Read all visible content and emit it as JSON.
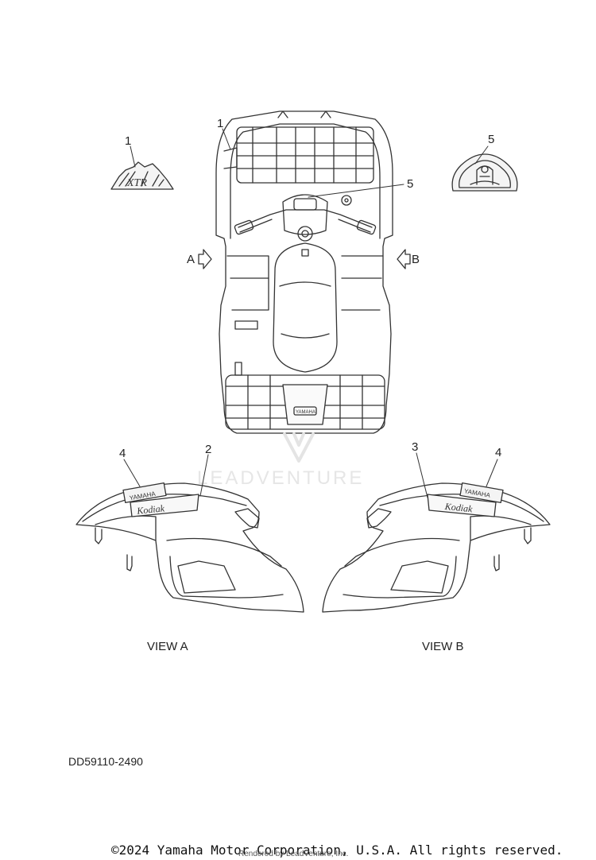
{
  "callouts": {
    "c1_decal": "1",
    "c1_rack": "1",
    "c5_center": "5",
    "c5_emblem": "5",
    "c2": "2",
    "c3": "3",
    "c4_left": "4",
    "c4_right": "4"
  },
  "view_arrows": {
    "a": "A",
    "b": "B"
  },
  "view_labels": {
    "a": "VIEW A",
    "b": "VIEW B"
  },
  "decals": {
    "xtr_text": "XTR",
    "yamaha_brand": "YAMAHA",
    "kodiak_model": "Kodiak"
  },
  "diagram_code": "DD59110-2490",
  "copyright": "©2024 Yamaha Motor Corporation, U.S.A. All rights reserved.",
  "rendered_by": "Rendered by LeadVenture, Inc.",
  "watermark": "LEADVENTURE"
}
